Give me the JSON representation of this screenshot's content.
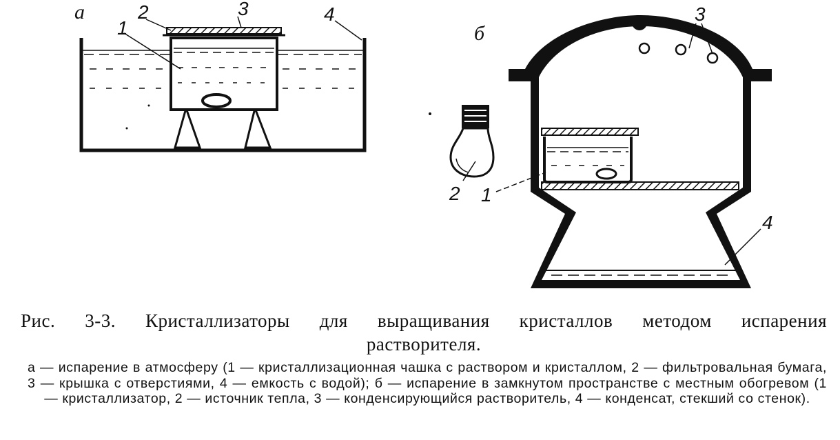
{
  "figure": {
    "panel_a": {
      "letter": "а",
      "callouts": [
        "1",
        "2",
        "3",
        "4"
      ]
    },
    "panel_b": {
      "letter": "б",
      "callouts": [
        "1",
        "2",
        "3",
        "4"
      ]
    }
  },
  "caption": {
    "title_line1": "Рис. 3-3. Кристаллизаторы для выращивания кристаллов методом испарения",
    "title_line2": "растворителя.",
    "body": "а — испарение в атмосферу (1 — кристаллизационная чашка с раствором и кристаллом, 2 — фильтровальная бумага, 3 — крышка с отверстиями, 4 — емкость с водой); б — испарение в замкнутом пространстве с местным обогревом (1 — кристаллизатор, 2 — источник тепла, 3 — конденсирующийся растворитель, 4 — конденсат, стекший со стенок)."
  }
}
